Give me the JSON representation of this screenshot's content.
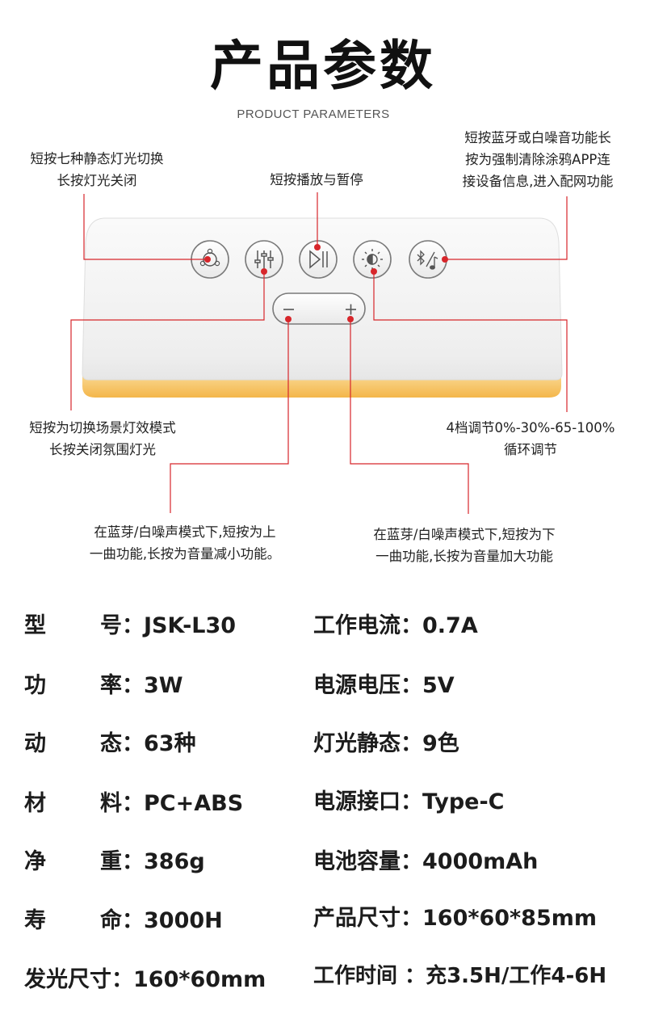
{
  "header": {
    "title": "产品参数",
    "subtitle": "PRODUCT PARAMETERS"
  },
  "annotations": [
    {
      "id": "light-switch",
      "lines": [
        "短按七种静态灯光切换",
        "长按灯光关闭"
      ]
    },
    {
      "id": "play-pause",
      "lines": [
        "短按播放与暂停"
      ]
    },
    {
      "id": "bt-noise",
      "lines": [
        "短按蓝牙或白噪音功能长",
        "按为强制清除涂鸦APP连",
        "接设备信息,进入配网功能"
      ]
    },
    {
      "id": "scene",
      "lines": [
        "短按为切换场景灯效模式",
        "长按关闭氛围灯光"
      ]
    },
    {
      "id": "brightness",
      "lines": [
        "4档调节0%-30%-65-100%",
        "循环调节"
      ]
    },
    {
      "id": "minus",
      "lines": [
        "在蓝芽/白噪声模式下,短按为上",
        "一曲功能,长按为音量减小功能。"
      ]
    },
    {
      "id": "plus",
      "lines": [
        "在蓝芽/白噪声模式下,短按为下",
        "一曲功能,长按为音量加大功能"
      ]
    }
  ],
  "device": {
    "minus_symbol": "−",
    "plus_symbol": "+",
    "buttons": [
      "light-mode-icon",
      "equalizer-icon",
      "play-pause-icon",
      "brightness-icon",
      "bluetooth-music-icon"
    ]
  },
  "specs": {
    "left": [
      {
        "k1": "型",
        "k2": "号：",
        "v": "JSK-L30"
      },
      {
        "k1": "功",
        "k2": "率：",
        "v": "3W"
      },
      {
        "k1": "动",
        "k2": "态：",
        "v": "63种"
      },
      {
        "k1": "材",
        "k2": "料：",
        "v": "PC+ABS"
      },
      {
        "k1": "净",
        "k2": "重：",
        "v": "386g"
      },
      {
        "k1": "寿",
        "k2": "命：",
        "v": "3000H"
      },
      {
        "k1": "发光尺寸：",
        "k2": "",
        "v": "160*60mm"
      }
    ],
    "right": [
      {
        "k": "工作电流：",
        "v": "0.7A"
      },
      {
        "k": "电源电压：",
        "v": "5V"
      },
      {
        "k": "灯光静态：",
        "v": "9色"
      },
      {
        "k": "电源接口：",
        "v": "Type-C"
      },
      {
        "k": "电池容量：",
        "v": "4000mAh"
      },
      {
        "k": "产品尺寸：",
        "v": "160*60*85mm"
      },
      {
        "k": "工作时间 ：",
        "v": "充3.5H/工作4-6H"
      }
    ]
  },
  "colors": {
    "leader_line": "#d7262b",
    "device_body": "#f4f4f4",
    "glow": "#f7c15a"
  }
}
